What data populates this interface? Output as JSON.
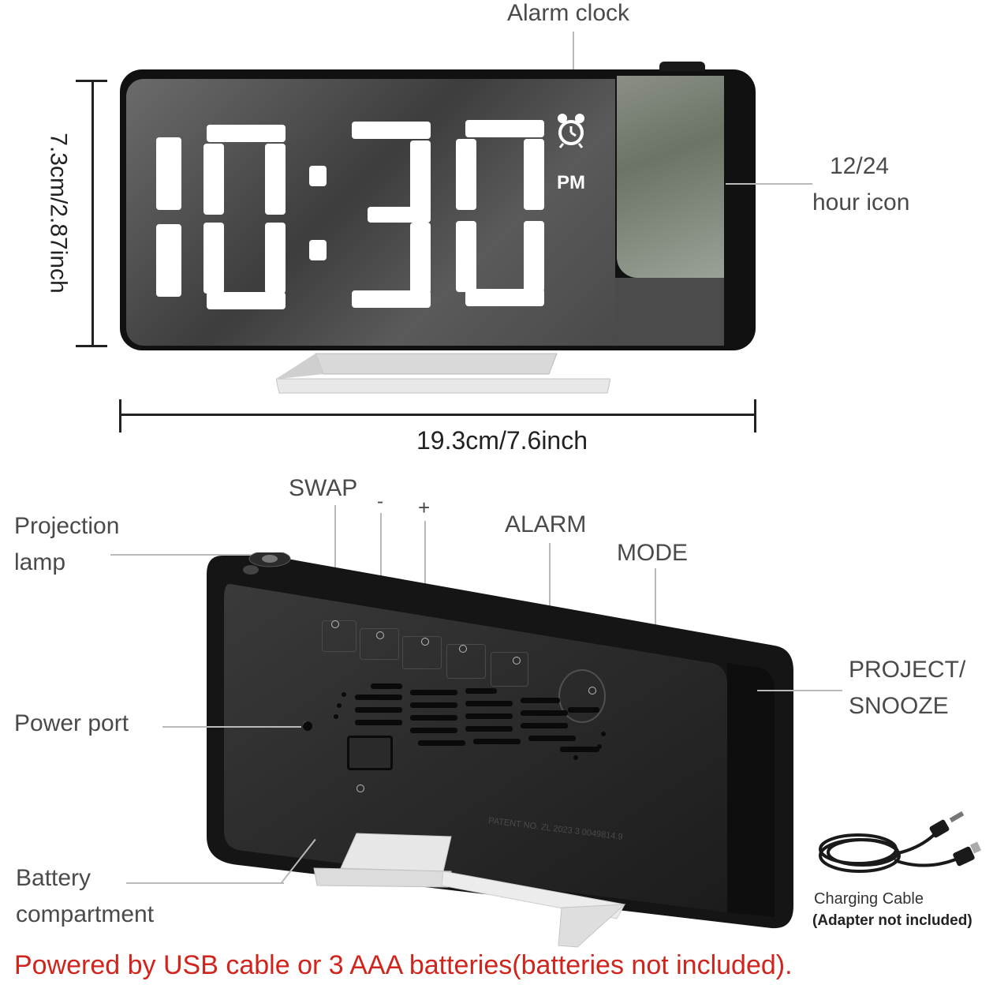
{
  "labels": {
    "alarm_clock": "Alarm clock",
    "height": "7.3cm/2.87inch",
    "width": "19.3cm/7.6inch",
    "hour_icon_line1": "12/24",
    "hour_icon_line2": "hour icon",
    "swap": "SWAP",
    "minus": "-",
    "plus": "+",
    "alarm": "ALARM",
    "mode": "MODE",
    "projection_line1": "Projection",
    "projection_line2": "lamp",
    "project_line1": "PROJECT/",
    "project_line2": "SNOOZE",
    "power_port": "Power port",
    "battery_line1": "Battery",
    "battery_line2": "compartment",
    "charging_cable": "Charging Cable",
    "adapter_note": "(Adapter not included)",
    "footer": "Powered by USB cable or 3 AAA batteries(batteries not included)."
  },
  "display": {
    "time_digits": "10:30",
    "ampm": "PM",
    "patent": "PATENT NO. ZL 2023 3 0049814.9"
  },
  "colors": {
    "footer_red": "#d0241c",
    "digit_white": "#ffffff",
    "case_black": "#111111"
  }
}
